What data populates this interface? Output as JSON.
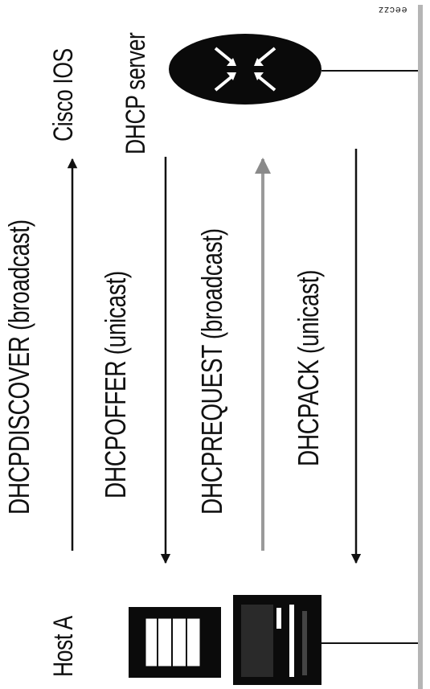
{
  "figure_id": "eeczz",
  "nodes": {
    "server_line1": "Cisco IOS",
    "server_line2": "DHCP server",
    "host": "Host A"
  },
  "messages": [
    {
      "name": "DHCPDISCOVER",
      "mode": "(broadcast)",
      "direction": "to-server"
    },
    {
      "name": "DHCPOFFER",
      "mode": "(unicast)",
      "direction": "to-host"
    },
    {
      "name": "DHCPREQUEST",
      "mode": "(broadcast)",
      "direction": "to-server"
    },
    {
      "name": "DHCPACK",
      "mode": "(unicast)",
      "direction": "to-host"
    }
  ],
  "icons": {
    "server": "router-icon",
    "host": "computer-icon"
  },
  "colors": {
    "line": "#111111",
    "highlight_arrow": "#9a9a9a",
    "bus": "#b5b5b5"
  }
}
